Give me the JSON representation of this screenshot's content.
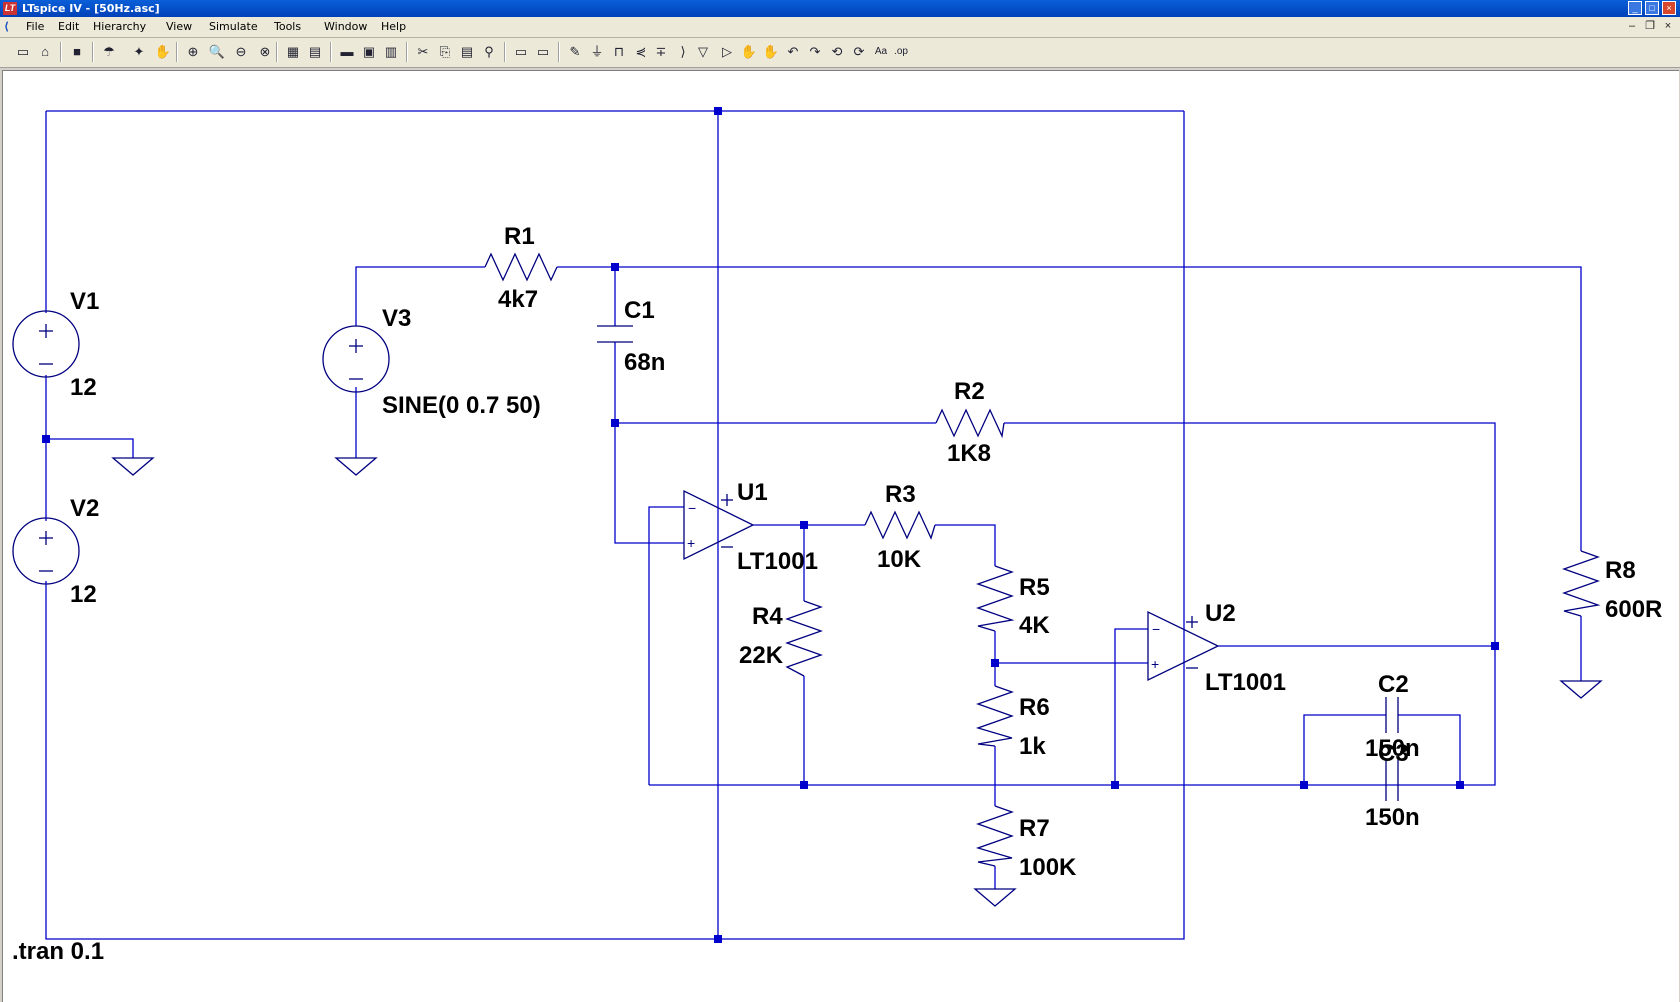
{
  "window": {
    "title": "LTspice IV - [50Hz.asc]",
    "app_icon": "LT"
  },
  "menu": [
    "File",
    "Edit",
    "Hierarchy",
    "View",
    "Simulate",
    "Tools",
    "Window",
    "Help"
  ],
  "toolbar_icons": [
    "new-schematic-icon",
    "open-icon",
    "save-icon",
    "control-panel-icon",
    "run-icon",
    "halt-icon",
    "zoom-in-icon",
    "zoom-pan-icon",
    "zoom-out-icon",
    "zoom-fit-icon",
    "autorange-icon",
    "waveform-icon",
    "tile-horizontal-icon",
    "cascade-icon",
    "tile-vertical-icon",
    "cut-icon",
    "copy-icon",
    "paste-icon",
    "find-icon",
    "print-setup-icon",
    "print-icon",
    "wire-icon",
    "ground-icon",
    "label-net-icon",
    "resistor-icon",
    "capacitor-icon",
    "inductor-icon",
    "diode-icon",
    "component-icon",
    "move-icon",
    "drag-icon",
    "undo-icon",
    "redo-icon",
    "rotate-icon",
    "mirror-icon",
    "text-icon",
    "spice-directive-icon"
  ],
  "toolbar_glyphs": [
    "▭",
    "⌂",
    "■",
    "☂",
    "✦",
    "✋",
    "⊕",
    "🔍",
    "⊖",
    "⊗",
    "▦",
    "▤",
    "▬",
    "▣",
    "▥",
    "✂",
    "⎘",
    "▤",
    "⚲",
    "▭",
    "▭",
    "✎",
    "⏚",
    "⊓",
    "⋞",
    "∓",
    "⟩",
    "▽",
    "▷",
    "✋",
    "✋",
    "↶",
    "↷",
    "⟲",
    "⟳",
    "Aa",
    ".op"
  ],
  "schematic": {
    "components": [
      {
        "ref": "V1",
        "value": "12"
      },
      {
        "ref": "V2",
        "value": "12"
      },
      {
        "ref": "V3",
        "value": "SINE(0 0.7 50)"
      },
      {
        "ref": "R1",
        "value": "4k7"
      },
      {
        "ref": "C1",
        "value": "68n"
      },
      {
        "ref": "R2",
        "value": "1K8"
      },
      {
        "ref": "U1",
        "value": "LT1001"
      },
      {
        "ref": "R3",
        "value": "10K"
      },
      {
        "ref": "R4",
        "value": "22K"
      },
      {
        "ref": "R5",
        "value": "4K"
      },
      {
        "ref": "R6",
        "value": "1k"
      },
      {
        "ref": "R7",
        "value": "100K"
      },
      {
        "ref": "U2",
        "value": "LT1001"
      },
      {
        "ref": "C2",
        "value": "150n"
      },
      {
        "ref": "C3",
        "value": "150n"
      },
      {
        "ref": "R8",
        "value": "600R"
      }
    ],
    "directive": ".tran 0.1",
    "pin_plus": "+",
    "pin_minus": "−"
  }
}
